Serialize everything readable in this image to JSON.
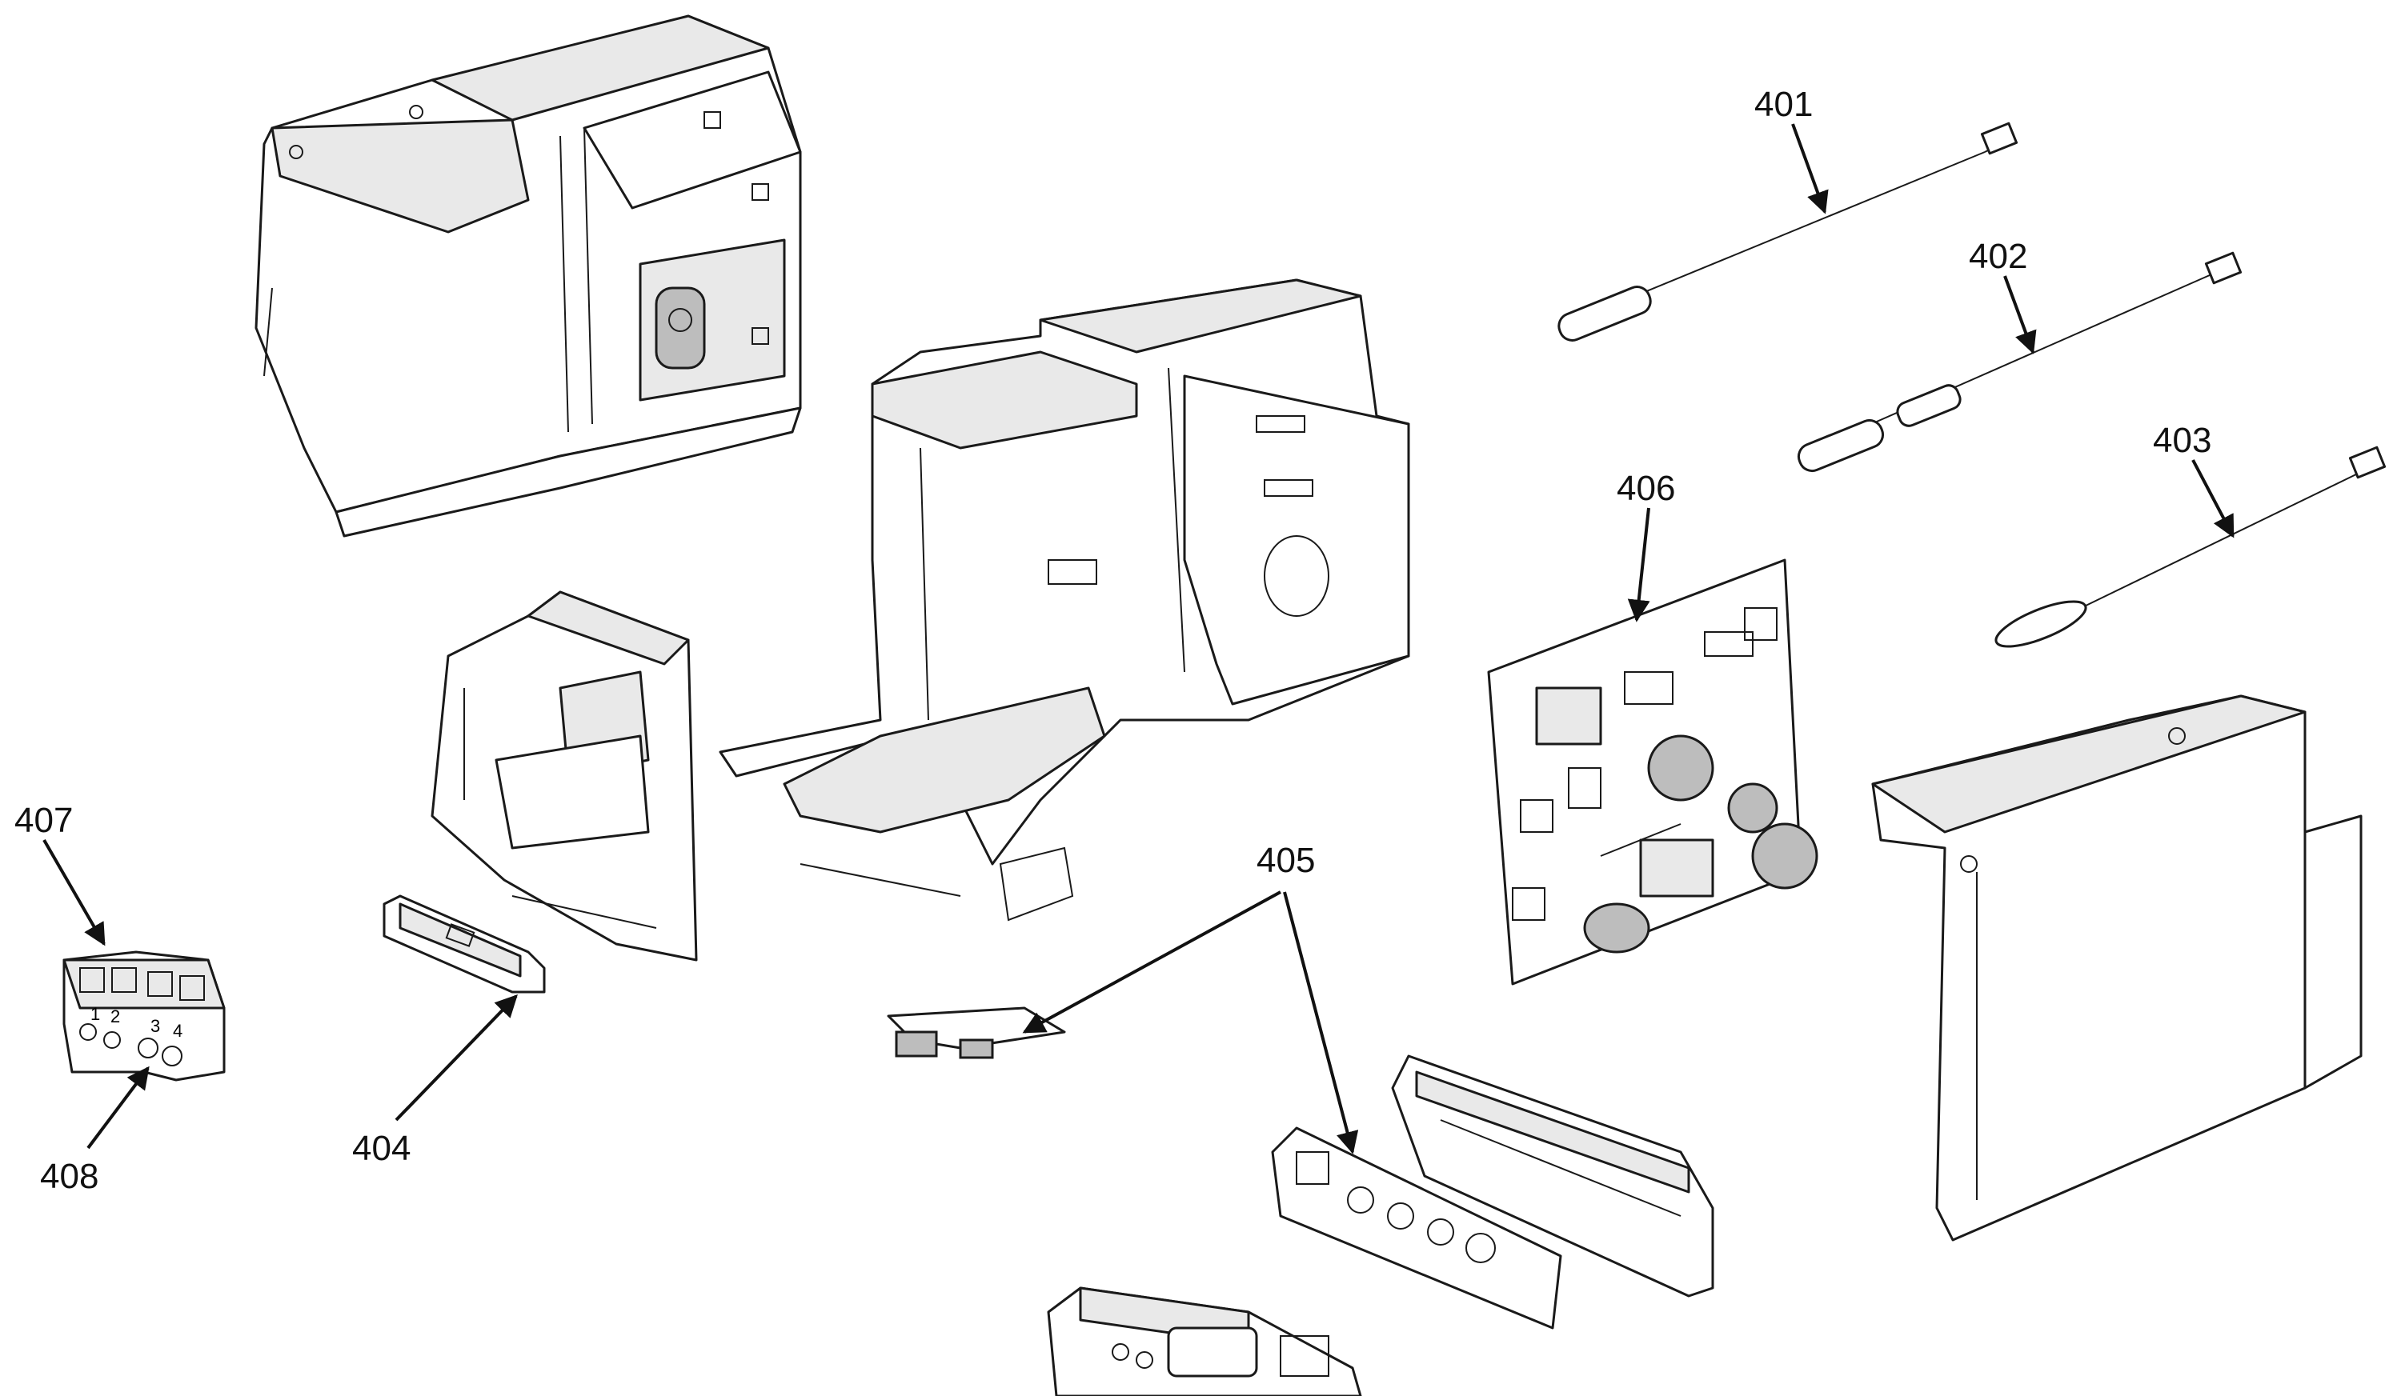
{
  "callouts": {
    "c401": "401",
    "c402": "402",
    "c403": "403",
    "c404": "404",
    "c405": "405",
    "c406": "406",
    "c407": "407",
    "c408": "408"
  },
  "terminal_block": {
    "marks": [
      "1",
      "2",
      "3",
      "4"
    ]
  }
}
